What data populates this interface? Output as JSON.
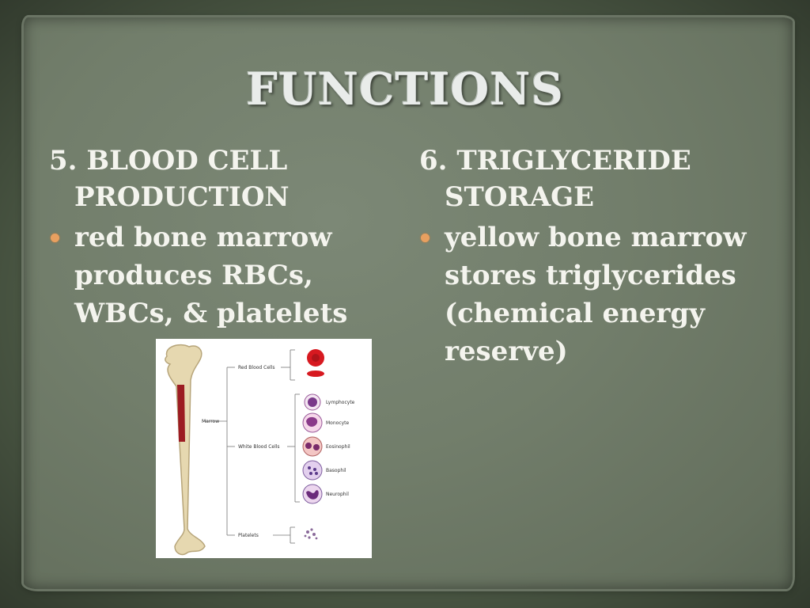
{
  "slide": {
    "title": "FUNCTIONS",
    "left": {
      "heading_line1": "5. BLOOD CELL",
      "heading_line2": "PRODUCTION",
      "bullet": "red bone marrow produces RBCs, WBCs, & platelets"
    },
    "right": {
      "heading_line1": "6. TRIGLYCERIDE",
      "heading_line2": "STORAGE",
      "bullet": "yellow bone marrow stores triglycerides (chemical energy reserve)"
    },
    "bullet_color": "#e8a060",
    "figure": {
      "labels": {
        "red_blood_cells": "Red Blood Cells",
        "marrow": "Marrow",
        "white_blood_cells": "White Blood Cells",
        "platelets": "Platelets",
        "lymphocyte": "Lymphocyte",
        "monocyte": "Monocyte",
        "eosinophil": "Eosinophil",
        "basophil": "Basophil",
        "neurophil": "Neurophil"
      }
    }
  }
}
